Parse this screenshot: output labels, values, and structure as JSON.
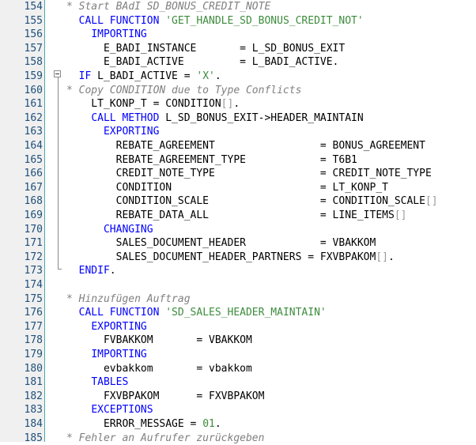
{
  "editor": {
    "lines": [
      {
        "n": "154",
        "t": [
          {
            "c": "cm",
            "s": "* Start BAdI SD_BONUS_CREDIT_NOTE"
          }
        ]
      },
      {
        "n": "155",
        "t": [
          {
            "c": "pl",
            "s": "  "
          },
          {
            "c": "kw",
            "s": "CALL FUNCTION "
          },
          {
            "c": "st",
            "s": "'GET_HANDLE_SD_BONUS_CREDIT_NOT'"
          }
        ]
      },
      {
        "n": "156",
        "t": [
          {
            "c": "pl",
            "s": "    "
          },
          {
            "c": "kw",
            "s": "IMPORTING"
          }
        ]
      },
      {
        "n": "157",
        "t": [
          {
            "c": "pl",
            "s": "      E_BADI_INSTANCE       = L_SD_BONUS_EXIT"
          }
        ]
      },
      {
        "n": "158",
        "t": [
          {
            "c": "pl",
            "s": "      E_BADI_ACTIVE         = L_BADI_ACTIVE."
          }
        ]
      },
      {
        "n": "159",
        "t": [
          {
            "c": "pl",
            "s": "  "
          },
          {
            "c": "kw",
            "s": "IF "
          },
          {
            "c": "pl",
            "s": "L_BADI_ACTIVE = "
          },
          {
            "c": "st",
            "s": "'X'"
          },
          {
            "c": "pl",
            "s": "."
          }
        ]
      },
      {
        "n": "160",
        "t": [
          {
            "c": "cm",
            "s": "* Copy CONDITION due to Type Conflicts"
          }
        ]
      },
      {
        "n": "161",
        "t": [
          {
            "c": "pl",
            "s": "    LT_KONP_T = CONDITION"
          },
          {
            "c": "dim",
            "s": "[]"
          },
          {
            "c": "pl",
            "s": "."
          }
        ]
      },
      {
        "n": "162",
        "t": [
          {
            "c": "pl",
            "s": "    "
          },
          {
            "c": "kw",
            "s": "CALL METHOD "
          },
          {
            "c": "pl",
            "s": "L_SD_BONUS_EXIT->HEADER_MAINTAIN"
          }
        ]
      },
      {
        "n": "163",
        "t": [
          {
            "c": "pl",
            "s": "      "
          },
          {
            "c": "kw",
            "s": "EXPORTING"
          }
        ]
      },
      {
        "n": "164",
        "t": [
          {
            "c": "pl",
            "s": "        REBATE_AGREEMENT                 = BONUS_AGREEMENT"
          }
        ]
      },
      {
        "n": "165",
        "t": [
          {
            "c": "pl",
            "s": "        REBATE_AGREEMENT_TYPE            = T6B1"
          }
        ]
      },
      {
        "n": "166",
        "t": [
          {
            "c": "pl",
            "s": "        CREDIT_NOTE_TYPE                 = CREDIT_NOTE_TYPE"
          }
        ]
      },
      {
        "n": "167",
        "t": [
          {
            "c": "pl",
            "s": "        CONDITION                        = LT_KONP_T"
          }
        ]
      },
      {
        "n": "168",
        "t": [
          {
            "c": "pl",
            "s": "        CONDITION_SCALE                  = CONDITION_SCALE"
          },
          {
            "c": "dim",
            "s": "[]"
          }
        ]
      },
      {
        "n": "169",
        "t": [
          {
            "c": "pl",
            "s": "        REBATE_DATA_ALL                  = LINE_ITEMS"
          },
          {
            "c": "dim",
            "s": "[]"
          }
        ]
      },
      {
        "n": "170",
        "t": [
          {
            "c": "pl",
            "s": "      "
          },
          {
            "c": "kw",
            "s": "CHANGING"
          }
        ]
      },
      {
        "n": "171",
        "t": [
          {
            "c": "pl",
            "s": "        SALES_DOCUMENT_HEADER            = VBAKKOM"
          }
        ]
      },
      {
        "n": "172",
        "t": [
          {
            "c": "pl",
            "s": "        SALES_DOCUMENT_HEADER_PARTNERS = FXVBPAKOM"
          },
          {
            "c": "dim",
            "s": "[]"
          },
          {
            "c": "pl",
            "s": "."
          }
        ]
      },
      {
        "n": "173",
        "t": [
          {
            "c": "pl",
            "s": "  "
          },
          {
            "c": "kw",
            "s": "ENDIF"
          },
          {
            "c": "pl",
            "s": "."
          }
        ]
      },
      {
        "n": "174",
        "t": [
          {
            "c": "pl",
            "s": ""
          }
        ]
      },
      {
        "n": "175",
        "t": [
          {
            "c": "cm",
            "s": "* Hinzufügen Auftrag"
          }
        ]
      },
      {
        "n": "176",
        "t": [
          {
            "c": "pl",
            "s": "  "
          },
          {
            "c": "kw",
            "s": "CALL FUNCTION "
          },
          {
            "c": "st",
            "s": "'SD_SALES_HEADER_MAINTAIN'"
          }
        ]
      },
      {
        "n": "177",
        "t": [
          {
            "c": "pl",
            "s": "    "
          },
          {
            "c": "kw",
            "s": "EXPORTING"
          }
        ]
      },
      {
        "n": "178",
        "t": [
          {
            "c": "pl",
            "s": "      FVBAKKOM       = VBAKKOM"
          }
        ]
      },
      {
        "n": "179",
        "t": [
          {
            "c": "pl",
            "s": "    "
          },
          {
            "c": "kw",
            "s": "IMPORTING"
          }
        ]
      },
      {
        "n": "180",
        "t": [
          {
            "c": "pl",
            "s": "      evbakkom       = vbakkom"
          }
        ]
      },
      {
        "n": "181",
        "t": [
          {
            "c": "pl",
            "s": "    "
          },
          {
            "c": "kw",
            "s": "TABLES"
          }
        ]
      },
      {
        "n": "182",
        "t": [
          {
            "c": "pl",
            "s": "      FXVBPAKOM      = FXVBPAKOM"
          }
        ]
      },
      {
        "n": "183",
        "t": [
          {
            "c": "pl",
            "s": "    "
          },
          {
            "c": "kw",
            "s": "EXCEPTIONS"
          }
        ]
      },
      {
        "n": "184",
        "t": [
          {
            "c": "pl",
            "s": "      ERROR_MESSAGE = "
          },
          {
            "c": "num",
            "s": "01"
          },
          {
            "c": "pl",
            "s": "."
          }
        ]
      },
      {
        "n": "185",
        "t": [
          {
            "c": "cm",
            "s": "* Fehler an Aufrufer zurückgeben"
          }
        ]
      }
    ],
    "fold_icon": "collapse-minus-icon",
    "colors": {
      "keyword": "#0000ff",
      "comment": "#808080",
      "string": "#3c8c3c",
      "line_number": "#1e4f7a",
      "gutter_border": "#4aa7a6"
    }
  }
}
